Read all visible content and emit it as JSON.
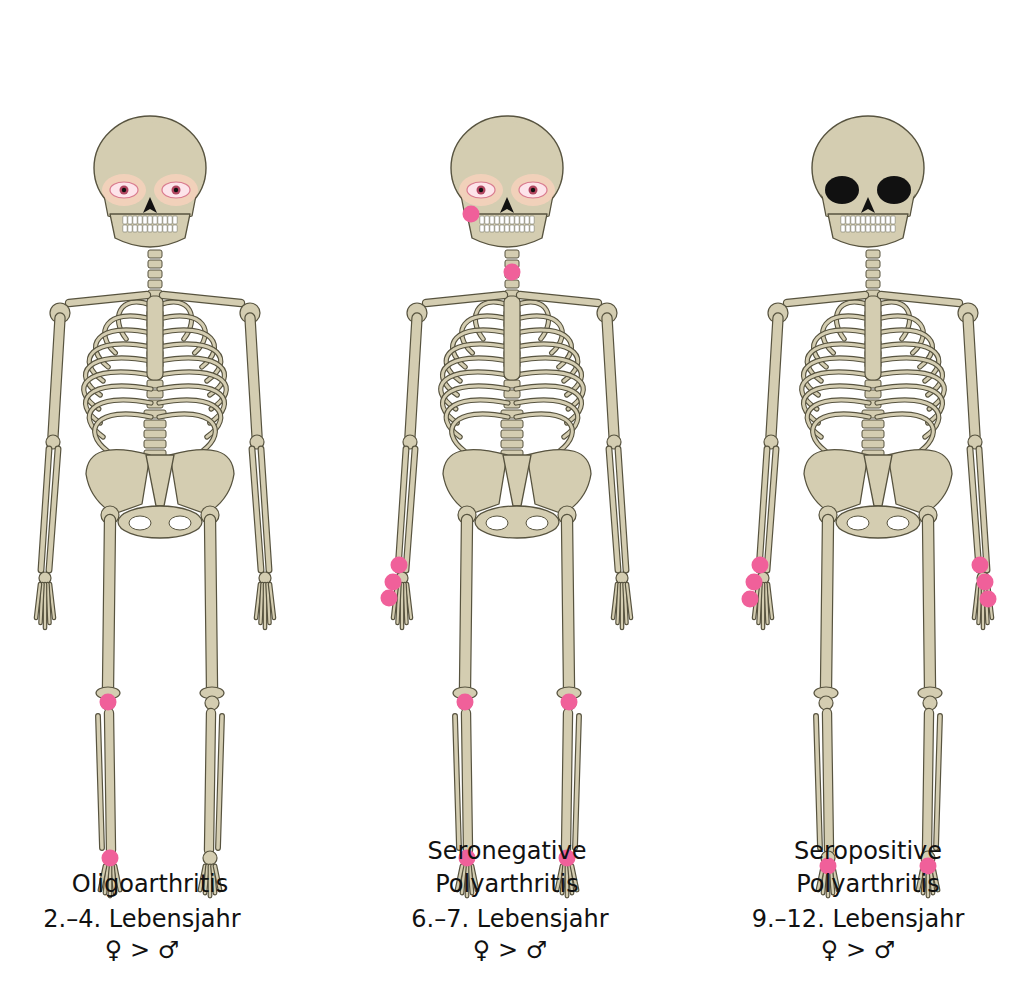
{
  "diagram": {
    "labels": [
      "Oligoarthritis",
      "Seronegative Polyarthritis",
      "Seropositive Polyarthritis",
      "2.–4. Lebensjahr",
      "♀ > ♂",
      "6.–7. Lebensjahr",
      "♀ > ♂",
      "9.–12. Lebensjahr",
      "♀ > ♂"
    ]
  }
}
